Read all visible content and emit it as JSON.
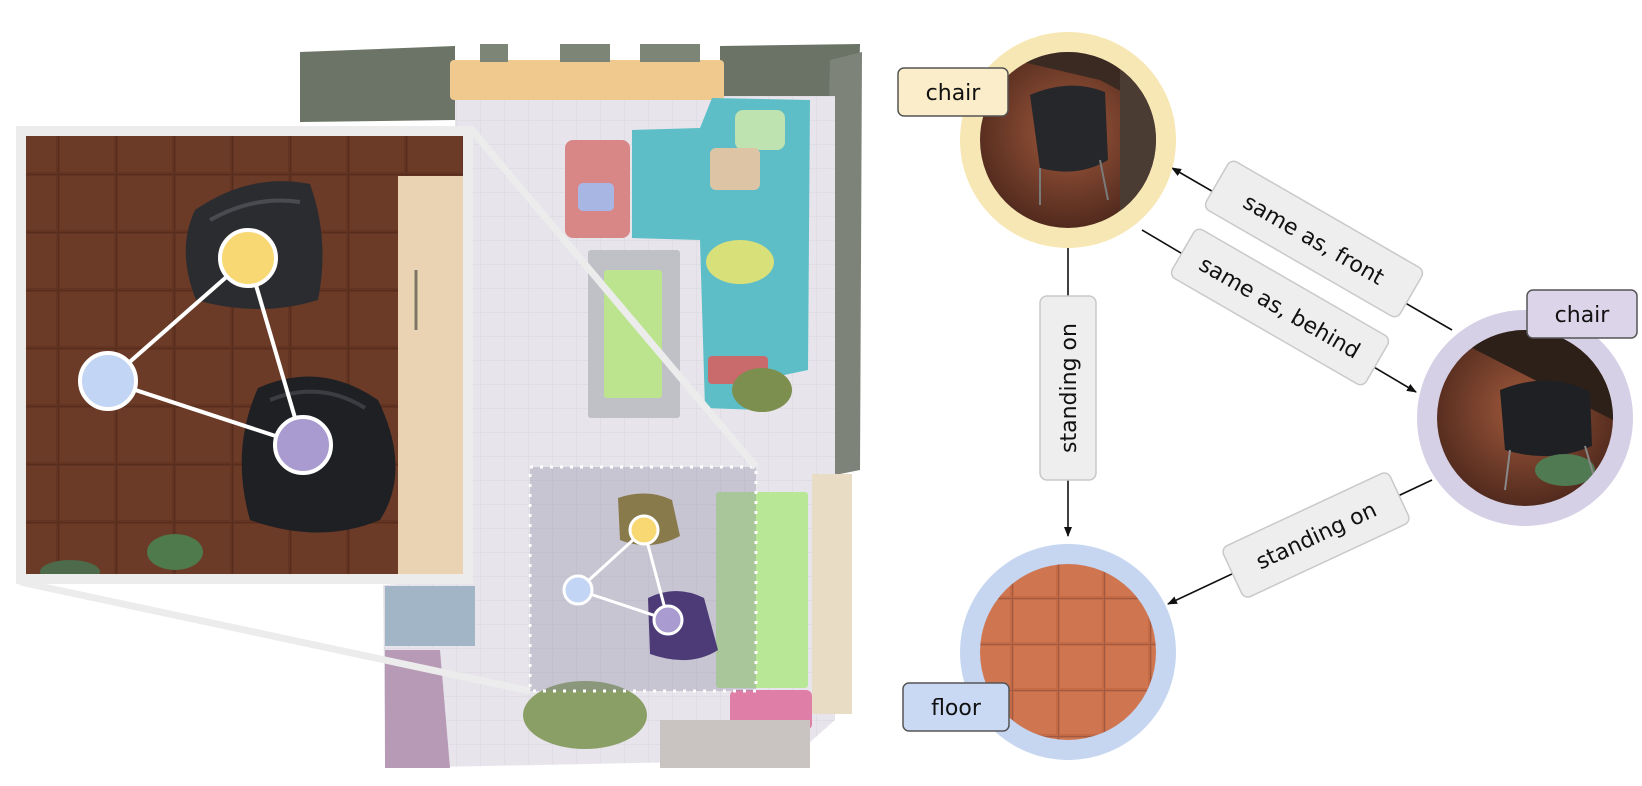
{
  "nodes": {
    "chair_top": {
      "label": "chair",
      "ring_color": "#f7e7b4",
      "label_fill": "#fbedc9",
      "dot_color": "#f7d873"
    },
    "chair_right": {
      "label": "chair",
      "ring_color": "#d6d0e6",
      "label_fill": "#dcd5ea",
      "dot_color": "#a99bd0"
    },
    "floor": {
      "label": "floor",
      "ring_color": "#c6d6f1",
      "label_fill": "#cad9f3",
      "dot_color": "#c3d5f5"
    }
  },
  "edges": {
    "same_front": {
      "label": "same as, front"
    },
    "same_behind": {
      "label": "same as, behind"
    },
    "standing_on_left": {
      "label": "standing on"
    },
    "standing_on_right": {
      "label": "standing on"
    }
  },
  "colors": {
    "edge_box_fill": "#eeeeee",
    "edge_box_stroke": "#c9c9c9",
    "tile_floor": "#6e3a28",
    "scene_floor": "#e6e4ea"
  }
}
